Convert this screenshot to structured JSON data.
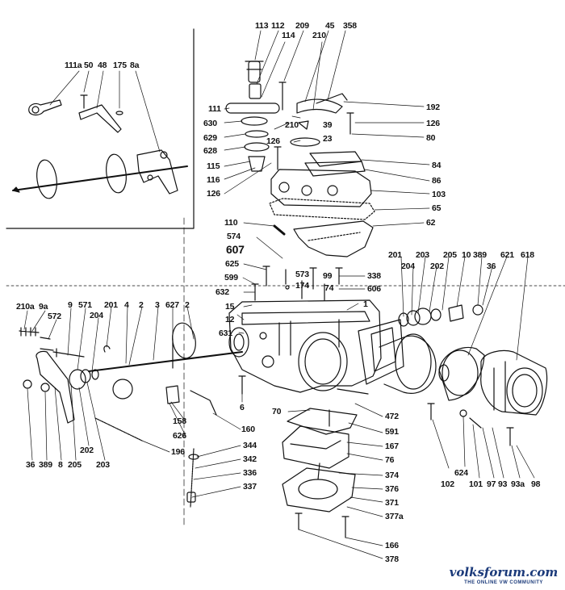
{
  "diagram": {
    "callouts": [
      {
        "id": "113",
        "text": "113"
      },
      {
        "id": "112",
        "text": "112"
      },
      {
        "id": "209",
        "text": "209"
      },
      {
        "id": "45",
        "text": "45"
      },
      {
        "id": "210a",
        "text": "210"
      },
      {
        "id": "358",
        "text": "358"
      },
      {
        "id": "114",
        "text": "114"
      },
      {
        "id": "111a",
        "text": "111a"
      },
      {
        "id": "50",
        "text": "50"
      },
      {
        "id": "48",
        "text": "48"
      },
      {
        "id": "175",
        "text": "175"
      },
      {
        "id": "8a",
        "text": "8a"
      },
      {
        "id": "111",
        "text": "111"
      },
      {
        "id": "630",
        "text": "630"
      },
      {
        "id": "629",
        "text": "629"
      },
      {
        "id": "628",
        "text": "628"
      },
      {
        "id": "115",
        "text": "115"
      },
      {
        "id": "116",
        "text": "116"
      },
      {
        "id": "126b",
        "text": "126"
      },
      {
        "id": "210b",
        "text": "210"
      },
      {
        "id": "126a",
        "text": "126"
      },
      {
        "id": "39",
        "text": "39"
      },
      {
        "id": "23",
        "text": "23"
      },
      {
        "id": "192",
        "text": "192"
      },
      {
        "id": "80",
        "text": "80"
      },
      {
        "id": "84",
        "text": "84"
      },
      {
        "id": "86",
        "text": "86"
      },
      {
        "id": "103",
        "text": "103"
      },
      {
        "id": "65",
        "text": "65"
      },
      {
        "id": "110",
        "text": "110"
      },
      {
        "id": "62",
        "text": "62"
      },
      {
        "id": "574",
        "text": "574"
      },
      {
        "id": "607",
        "text": "607"
      },
      {
        "id": "625",
        "text": "625"
      },
      {
        "id": "573",
        "text": "573"
      },
      {
        "id": "99",
        "text": "99"
      },
      {
        "id": "338",
        "text": "338"
      },
      {
        "id": "599",
        "text": "599"
      },
      {
        "id": "174",
        "text": "174"
      },
      {
        "id": "74",
        "text": "74"
      },
      {
        "id": "606",
        "text": "606"
      },
      {
        "id": "632",
        "text": "632"
      },
      {
        "id": "1",
        "text": "1"
      },
      {
        "id": "15",
        "text": "15"
      },
      {
        "id": "12",
        "text": "12"
      },
      {
        "id": "631",
        "text": "631"
      },
      {
        "id": "201a",
        "text": "201"
      },
      {
        "id": "203a",
        "text": "203"
      },
      {
        "id": "205a",
        "text": "205"
      },
      {
        "id": "10",
        "text": "10"
      },
      {
        "id": "389a",
        "text": "389"
      },
      {
        "id": "621",
        "text": "621"
      },
      {
        "id": "618",
        "text": "618"
      },
      {
        "id": "204a",
        "text": "204"
      },
      {
        "id": "202a",
        "text": "202"
      },
      {
        "id": "36a",
        "text": "36"
      },
      {
        "id": "210c",
        "text": "210a"
      },
      {
        "id": "9a",
        "text": "9a"
      },
      {
        "id": "9",
        "text": "9"
      },
      {
        "id": "571",
        "text": "571"
      },
      {
        "id": "201b",
        "text": "201"
      },
      {
        "id": "4",
        "text": "4"
      },
      {
        "id": "2a",
        "text": "2"
      },
      {
        "id": "3",
        "text": "3"
      },
      {
        "id": "627",
        "text": "627"
      },
      {
        "id": "2b",
        "text": "2"
      },
      {
        "id": "572",
        "text": "572"
      },
      {
        "id": "204b",
        "text": "204"
      },
      {
        "id": "6",
        "text": "6"
      },
      {
        "id": "158",
        "text": "158"
      },
      {
        "id": "626",
        "text": "626"
      },
      {
        "id": "160",
        "text": "160"
      },
      {
        "id": "70",
        "text": "70"
      },
      {
        "id": "472",
        "text": "472"
      },
      {
        "id": "591",
        "text": "591"
      },
      {
        "id": "167",
        "text": "167"
      },
      {
        "id": "76",
        "text": "76"
      },
      {
        "id": "374",
        "text": "374"
      },
      {
        "id": "376",
        "text": "376"
      },
      {
        "id": "371",
        "text": "371"
      },
      {
        "id": "377a",
        "text": "377a"
      },
      {
        "id": "166",
        "text": "166"
      },
      {
        "id": "378",
        "text": "378"
      },
      {
        "id": "196",
        "text": "196"
      },
      {
        "id": "344",
        "text": "344"
      },
      {
        "id": "342",
        "text": "342"
      },
      {
        "id": "336",
        "text": "336"
      },
      {
        "id": "337",
        "text": "337"
      },
      {
        "id": "36b",
        "text": "36"
      },
      {
        "id": "389b",
        "text": "389"
      },
      {
        "id": "8",
        "text": "8"
      },
      {
        "id": "205b",
        "text": "205"
      },
      {
        "id": "202b",
        "text": "202"
      },
      {
        "id": "203b",
        "text": "203"
      },
      {
        "id": "102",
        "text": "102"
      },
      {
        "id": "624",
        "text": "624"
      },
      {
        "id": "101",
        "text": "101"
      },
      {
        "id": "97",
        "text": "97"
      },
      {
        "id": "93",
        "text": "93"
      },
      {
        "id": "93a",
        "text": "93a"
      },
      {
        "id": "98",
        "text": "98"
      }
    ]
  },
  "watermark": {
    "brand": "volksforum.com",
    "tagline": "THE ONLINE VW COMMUNITY",
    "color": "#1b3a7a"
  }
}
